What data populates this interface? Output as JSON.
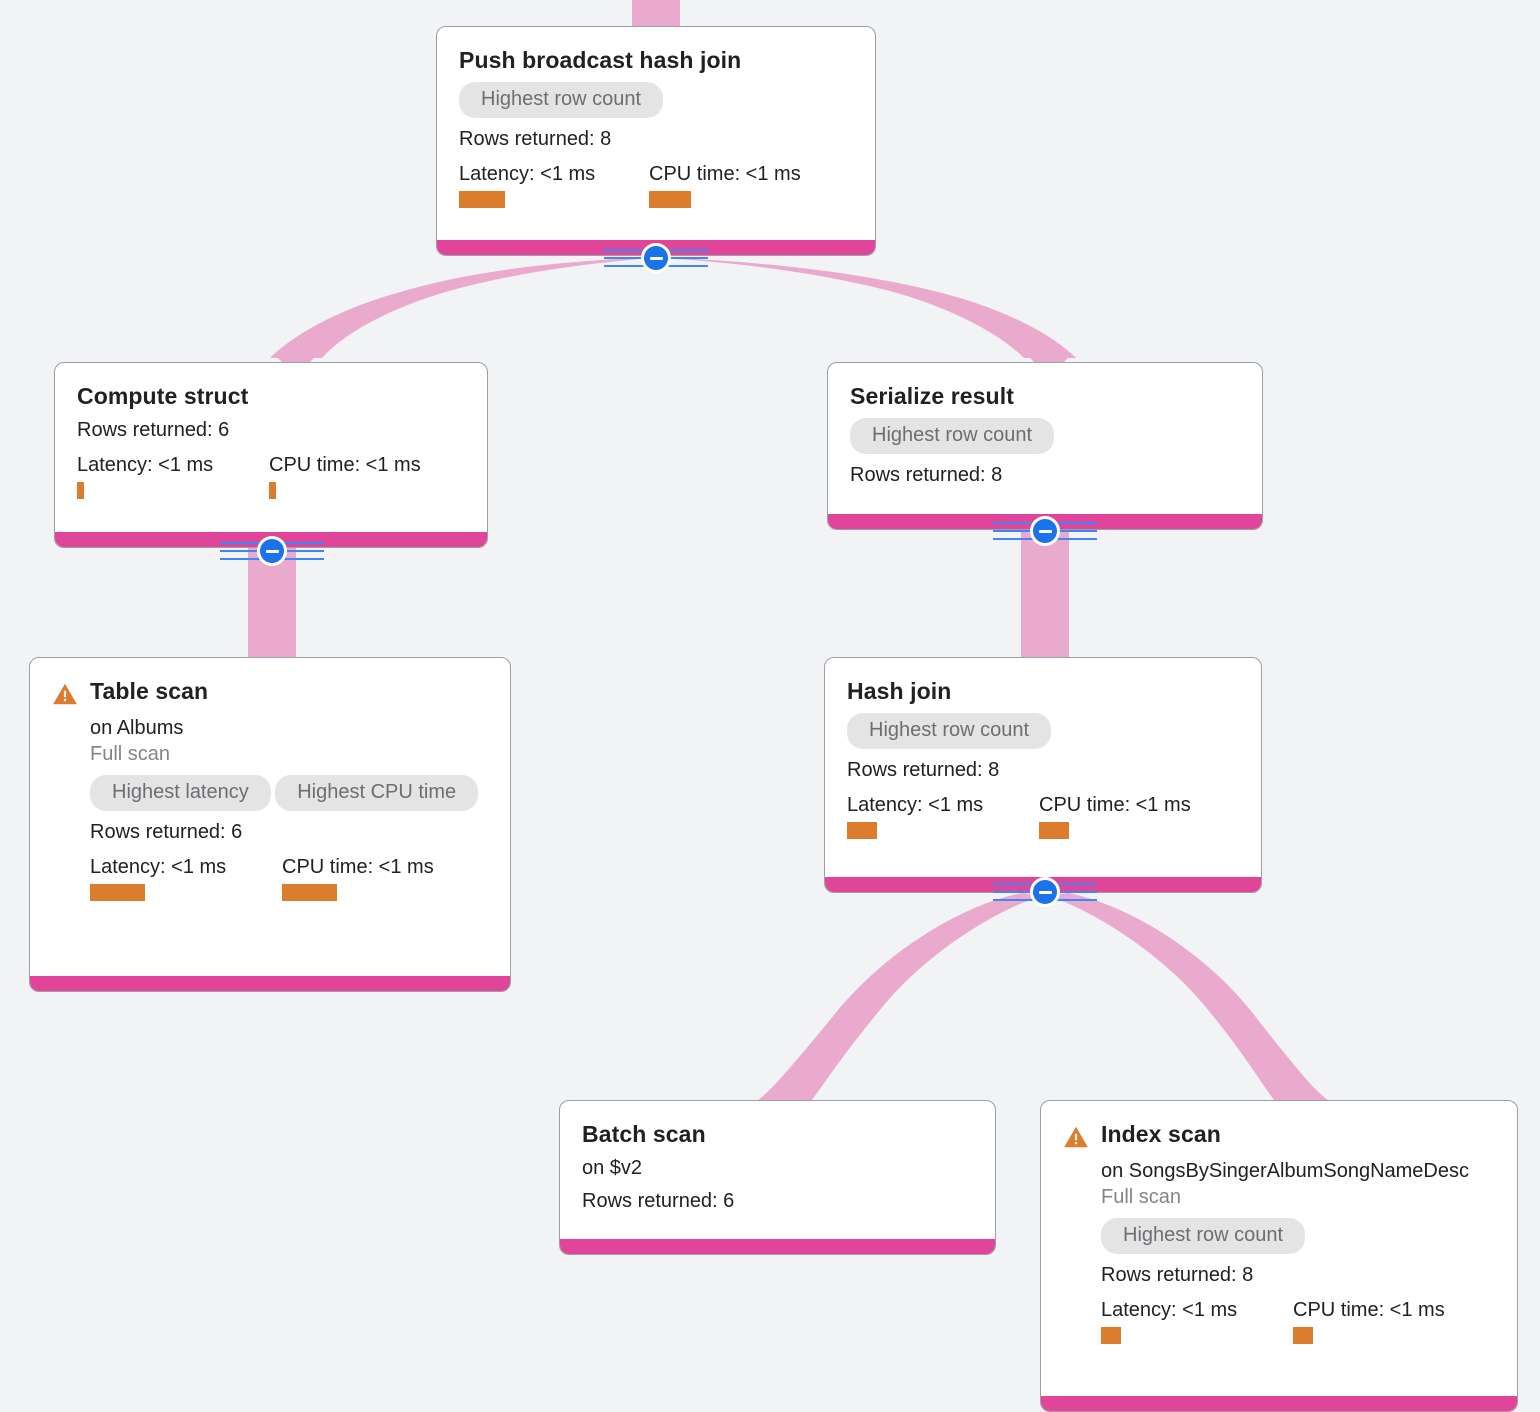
{
  "theme": {
    "background": "#f1f3f4",
    "card_background": "#ffffff",
    "card_border": "#9aa0a6",
    "accent_bar": "#e1459a",
    "edge_ribbon": "#eaaacd",
    "badge_background": "#e4e4e4",
    "badge_text": "#6b6f73",
    "metric_bar": "#dc7c2d",
    "warning_icon": "#dc7c2d",
    "toggle_blue": "#1a73e8",
    "rail_blue": "#4285f4"
  },
  "labels": {
    "rows_returned_prefix": "Rows returned: ",
    "latency_prefix": "Latency: ",
    "cpu_prefix": "CPU time: ",
    "on_prefix": "on "
  },
  "nodes": [
    {
      "id": "push-broadcast-hash-join",
      "title": "Push broadcast hash join",
      "warning": false,
      "target": null,
      "scan_type": null,
      "badges": [
        "Highest row count"
      ],
      "rows_returned": "Rows returned: 8",
      "latency": "Latency: <1 ms",
      "cpu_time": "CPU time: <1 ms",
      "latency_bar_width": 46,
      "cpu_bar_width": 42
    },
    {
      "id": "compute-struct",
      "title": "Compute struct",
      "warning": false,
      "target": null,
      "scan_type": null,
      "badges": [],
      "rows_returned": "Rows returned: 6",
      "latency": "Latency: <1 ms",
      "cpu_time": "CPU time: <1 ms",
      "latency_bar_width": 7,
      "cpu_bar_width": 7
    },
    {
      "id": "serialize-result",
      "title": "Serialize result",
      "warning": false,
      "target": null,
      "scan_type": null,
      "badges": [
        "Highest row count"
      ],
      "rows_returned": "Rows returned: 8",
      "latency": null,
      "cpu_time": null,
      "latency_bar_width": 0,
      "cpu_bar_width": 0
    },
    {
      "id": "table-scan",
      "title": "Table scan",
      "warning": true,
      "target": "on Albums",
      "scan_type": "Full scan",
      "badges": [
        "Highest latency",
        "Highest CPU time"
      ],
      "rows_returned": "Rows returned: 6",
      "latency": "Latency: <1 ms",
      "cpu_time": "CPU time: <1 ms",
      "latency_bar_width": 55,
      "cpu_bar_width": 55
    },
    {
      "id": "hash-join",
      "title": "Hash join",
      "warning": false,
      "target": null,
      "scan_type": null,
      "badges": [
        "Highest row count"
      ],
      "rows_returned": "Rows returned: 8",
      "latency": "Latency: <1 ms",
      "cpu_time": "CPU time: <1 ms",
      "latency_bar_width": 30,
      "cpu_bar_width": 30
    },
    {
      "id": "batch-scan",
      "title": "Batch scan",
      "warning": false,
      "target": "on $v2",
      "scan_type": null,
      "badges": [],
      "rows_returned": "Rows returned: 6",
      "latency": null,
      "cpu_time": null,
      "latency_bar_width": 0,
      "cpu_bar_width": 0
    },
    {
      "id": "index-scan",
      "title": "Index scan",
      "warning": true,
      "target": "on SongsBySingerAlbumSongNameDesc",
      "scan_type": "Full scan",
      "badges": [
        "Highest row count"
      ],
      "rows_returned": "Rows returned: 8",
      "latency": "Latency: <1 ms",
      "cpu_time": "CPU time: <1 ms",
      "latency_bar_width": 20,
      "cpu_bar_width": 20
    }
  ],
  "toggles": [
    {
      "id": "toggle-push-broadcast-hash-join",
      "owner": "push-broadcast-hash-join",
      "state": "expanded",
      "symbol": "minus"
    },
    {
      "id": "toggle-compute-struct",
      "owner": "compute-struct",
      "state": "expanded",
      "symbol": "minus"
    },
    {
      "id": "toggle-serialize-result",
      "owner": "serialize-result",
      "state": "expanded",
      "symbol": "minus"
    },
    {
      "id": "toggle-hash-join",
      "owner": "hash-join",
      "state": "expanded",
      "symbol": "minus"
    }
  ],
  "edges": [
    {
      "from": "root-inlet",
      "to": "push-broadcast-hash-join"
    },
    {
      "from": "push-broadcast-hash-join",
      "to": "compute-struct"
    },
    {
      "from": "push-broadcast-hash-join",
      "to": "serialize-result"
    },
    {
      "from": "compute-struct",
      "to": "table-scan"
    },
    {
      "from": "serialize-result",
      "to": "hash-join"
    },
    {
      "from": "hash-join",
      "to": "batch-scan"
    },
    {
      "from": "hash-join",
      "to": "index-scan"
    }
  ]
}
